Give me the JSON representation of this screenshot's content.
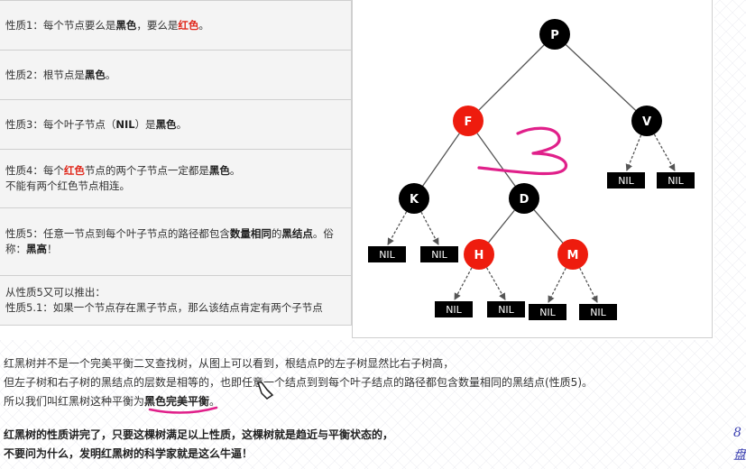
{
  "properties": [
    {
      "id": "p1",
      "segments": [
        {
          "t": "性质1：每个节点要么是",
          "s": "n"
        },
        {
          "t": "黑色",
          "s": "b"
        },
        {
          "t": "，要么是",
          "s": "n"
        },
        {
          "t": "红色",
          "s": "r"
        },
        {
          "t": "。",
          "s": "n"
        }
      ]
    },
    {
      "id": "p2",
      "segments": [
        {
          "t": "性质2：根节点是",
          "s": "n"
        },
        {
          "t": "黑色",
          "s": "b"
        },
        {
          "t": "。",
          "s": "n"
        }
      ]
    },
    {
      "id": "p3",
      "segments": [
        {
          "t": "性质3：每个叶子节点（",
          "s": "n"
        },
        {
          "t": "NIL",
          "s": "b"
        },
        {
          "t": "）是",
          "s": "n"
        },
        {
          "t": "黑色",
          "s": "b"
        },
        {
          "t": "。",
          "s": "n"
        }
      ]
    },
    {
      "id": "p4a",
      "segments": [
        {
          "t": "性质4：每个",
          "s": "n"
        },
        {
          "t": "红色",
          "s": "r"
        },
        {
          "t": "节点的两个子节点一定都是",
          "s": "n"
        },
        {
          "t": "黑色",
          "s": "b"
        },
        {
          "t": "。",
          "s": "n"
        }
      ]
    },
    {
      "id": "p4b",
      "segments": [
        {
          "t": "不能有两个红色节点相连。",
          "s": "n"
        }
      ]
    },
    {
      "id": "p5a",
      "segments": [
        {
          "t": "性质5：任意一节点到每个叶子节点的路径都包含",
          "s": "n"
        },
        {
          "t": "数量相同",
          "s": "b"
        },
        {
          "t": "的",
          "s": "n"
        },
        {
          "t": "黑结点",
          "s": "b"
        },
        {
          "t": "。俗",
          "s": "n"
        }
      ]
    },
    {
      "id": "p5b",
      "segments": [
        {
          "t": "称：",
          "s": "n"
        },
        {
          "t": "黑高",
          "s": "b"
        },
        {
          "t": "！",
          "s": "n"
        }
      ]
    },
    {
      "id": "p51a",
      "segments": [
        {
          "t": "从性质5又可以推出：",
          "s": "n"
        }
      ]
    },
    {
      "id": "p51b",
      "segments": [
        {
          "t": "性质5.1：如果一个节点存在黑子节点，那么该结点肯定有两个子节点",
          "s": "n"
        }
      ]
    }
  ],
  "tree": {
    "nodes": [
      {
        "id": "P",
        "label": "P",
        "color": "black"
      },
      {
        "id": "F",
        "label": "F",
        "color": "red"
      },
      {
        "id": "V",
        "label": "V",
        "color": "black"
      },
      {
        "id": "K",
        "label": "K",
        "color": "black"
      },
      {
        "id": "D",
        "label": "D",
        "color": "black"
      },
      {
        "id": "H",
        "label": "H",
        "color": "red"
      },
      {
        "id": "M",
        "label": "M",
        "color": "red"
      }
    ],
    "nil_label": "NIL",
    "annotation": "3",
    "colors": {
      "black": "#000000",
      "red": "#ee1c0e",
      "annotation": "#e0208a",
      "edge": "#555555"
    }
  },
  "body": {
    "line1": "红黑树并不是一个完美平衡二叉查找树，从图上可以看到，根结点P的左子树显然比右子树高，",
    "line2": "但左子树和右子树的黑结点的层数是相等的，也即任意一个结点到到每个叶子结点的路径都包含数量相同的黑结点(性质5)。",
    "line3_prefix": "所以我们叫红黑树这种平衡为",
    "line3_emph": "黑色完美平衡",
    "line3_suffix": "。",
    "conclusion1": "红黑树的性质讲完了，只要这棵树满足以上性质，这棵树就是趋近与平衡状态的，",
    "conclusion2": "不要问为什么，发明红黑树的科学家就是这么牛逼！"
  },
  "side_glyphs": {
    "top": "8",
    "bottom": "盘"
  }
}
